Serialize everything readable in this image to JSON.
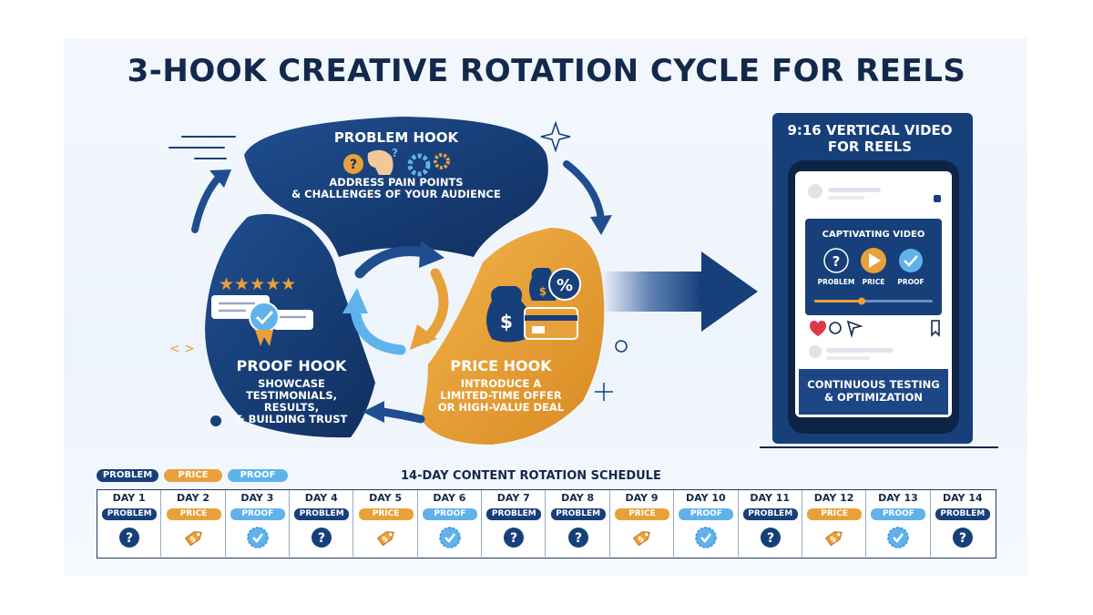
{
  "title": "3-HOOK CREATIVE ROTATION CYCLE FOR REELS",
  "hooks": {
    "problem": {
      "title": "PROBLEM HOOK",
      "desc_line1": "ADDRESS PAIN POINTS",
      "desc_line2": "& CHALLENGES OF YOUR AUDIENCE"
    },
    "price": {
      "title": "PRICE HOOK",
      "desc_line1": "INTRODUCE A",
      "desc_line2": "LIMITED-TIME OFFER",
      "desc_line3": "OR HIGH-VALUE DEAL"
    },
    "proof": {
      "title": "PROOF HOOK",
      "desc_line1": "SHOWCASE",
      "desc_line2": "TESTIMONIALS, RESULTS,",
      "desc_line3": "& BUILDING TRUST"
    }
  },
  "phone": {
    "heading_line1": "9:16 VERTICAL VIDEO",
    "heading_line2": "FOR REELS",
    "video_title": "CAPTIVATING VIDEO",
    "video_labels": [
      "PROBLEM",
      "PRICE",
      "PROOF"
    ],
    "footer_line1": "CONTINUOUS TESTING",
    "footer_line2": "& OPTIMIZATION"
  },
  "legend": [
    "PROBLEM",
    "PRICE",
    "PROOF"
  ],
  "schedule": {
    "title": "14-DAY CONTENT ROTATION SCHEDULE",
    "days": [
      {
        "day": "DAY 1",
        "hook": "PROBLEM",
        "type": "problem"
      },
      {
        "day": "DAY 2",
        "hook": "PRICE",
        "type": "price"
      },
      {
        "day": "DAY 3",
        "hook": "PROOF",
        "type": "proof"
      },
      {
        "day": "DAY 4",
        "hook": "PROBLEM",
        "type": "problem"
      },
      {
        "day": "DAY 5",
        "hook": "PRICE",
        "type": "price"
      },
      {
        "day": "DAY 6",
        "hook": "PROOF",
        "type": "proof"
      },
      {
        "day": "DAY 7",
        "hook": "PROBLEM",
        "type": "problem"
      },
      {
        "day": "DAY 8",
        "hook": "PROBLEM",
        "type": "problem"
      },
      {
        "day": "DAY 9",
        "hook": "PRICE",
        "type": "price"
      },
      {
        "day": "DAY 10",
        "hook": "PROOF",
        "type": "proof"
      },
      {
        "day": "DAY 11",
        "hook": "PROBLEM",
        "type": "problem"
      },
      {
        "day": "DAY 12",
        "hook": "PRICE",
        "type": "price"
      },
      {
        "day": "DAY 13",
        "hook": "PROOF",
        "type": "proof"
      },
      {
        "day": "DAY 14",
        "hook": "PROBLEM",
        "type": "problem"
      }
    ]
  },
  "colors": {
    "navy": "#173f7a",
    "orange": "#e8a13a",
    "light_blue": "#5fb3ea",
    "dark_text": "#13294b"
  }
}
